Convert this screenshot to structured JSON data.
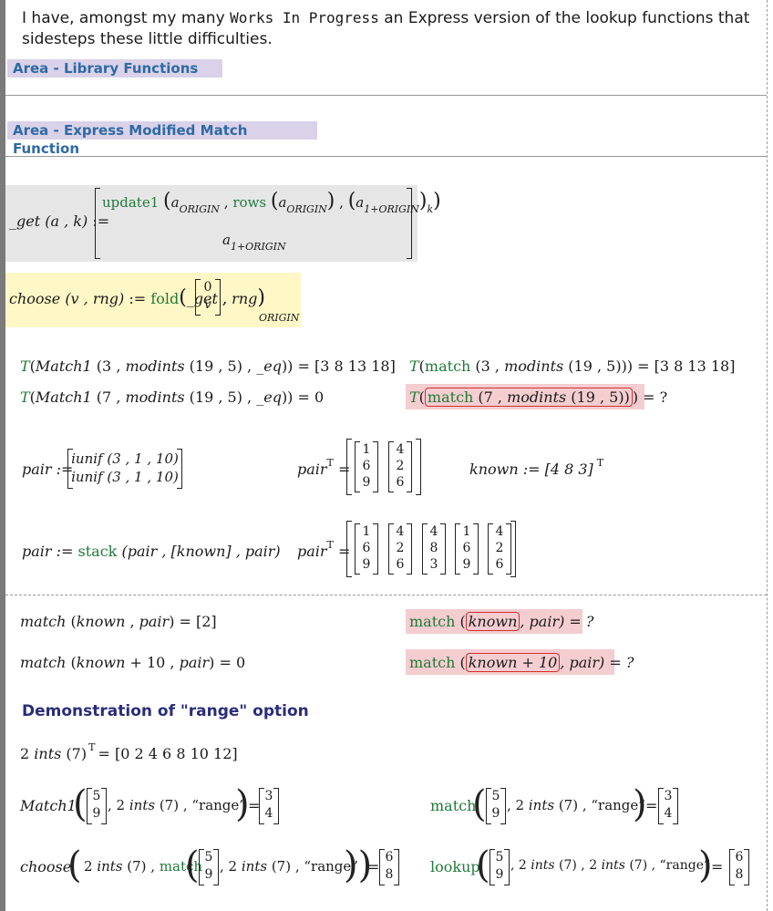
{
  "intro": {
    "line1_a": "I have, amongst my many ",
    "line1_mono": "Works In Progress",
    "line1_b": " an Express version of the lookup functions that",
    "line2": "sidesteps these little difficulties."
  },
  "areas": {
    "library": "Area - Library Functions",
    "express": "Area - Express Modified Match Function"
  },
  "get_def": {
    "lhs": "_get",
    "args": "(a , k)",
    "assign": ":=",
    "update": "update1",
    "a": "a",
    "sub_origin": "ORIGIN",
    "rows": "rows",
    "sub_1origin": "1+ORIGIN",
    "sub_k": "k"
  },
  "choose_def": {
    "lhs": "choose",
    "args": "(v , rng)",
    "assign": ":=",
    "fold": "fold",
    "get": "_get",
    "m0": "0",
    "mv": "v",
    "rng": "rng",
    "origin": "ORIGIN"
  },
  "row_match1": {
    "left1": "T(Match1(3 , modints(19 , 5) , _eq)) = [3  8  13  18]",
    "left2": "T(Match1(7 , modints(19 , 5) , _eq)) = 0",
    "right1": "T(match(3 , modints(19 , 5))) = [3  8  13  18]",
    "right2_pre": "T(",
    "right2_box": "match(7 , modints(19 , 5))",
    "right2_post": ") = ?"
  },
  "pair": {
    "def_lhs": "pair :=",
    "iunif": "iunif (3 , 1 , 10)",
    "pairT": "pair",
    "T": "T",
    "eq": "=",
    "m1": [
      "1",
      "6",
      "9"
    ],
    "m2": [
      "4",
      "2",
      "6"
    ],
    "m3": [
      "4",
      "8",
      "3"
    ],
    "known_def": "known := [4  8  3]",
    "stack_def_pre": "pair := ",
    "stack": "stack",
    "stack_args": "(pair , [known] , pair)"
  },
  "match_rows": {
    "l1": "match(known , pair) = [2]",
    "l2": "match(known + 10 , pair) = 0",
    "r1_fn": "match",
    "r1_box": "known",
    "r1_post": ", pair) = ?",
    "r2_box": "known + 10",
    "r2_post": ", pair) = ?"
  },
  "demo": {
    "title": "Demonstration of \"range\" option",
    "ints_line": "2 ints(7)",
    "ints_result": "= [0  2  4  6  8  10  12]",
    "match1": "Match1",
    "v59": [
      "5",
      "9"
    ],
    "r34": [
      "3",
      "4"
    ],
    "r68": [
      "6",
      "8"
    ],
    "args_range": ", 2 ints(7) , “range”",
    "args_range2": ", 2 ints(7) , 2 ints(7) , “range”",
    "match": "match",
    "lookup": "lookup",
    "choose": "choose",
    "choose_pre": "2 ints(7) , "
  }
}
